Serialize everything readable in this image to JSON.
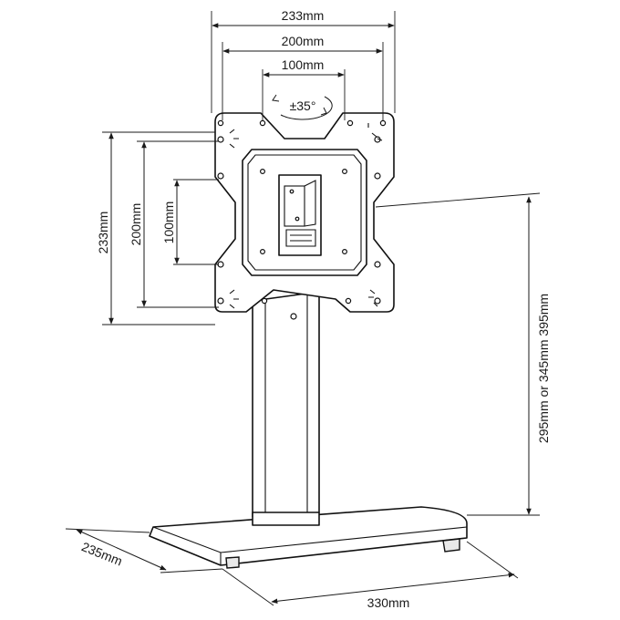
{
  "dimensions": {
    "top_outer": "233mm",
    "top_mid": "200mm",
    "top_inner": "100mm",
    "rotation": "±35°",
    "left_outer": "233mm",
    "left_mid": "200mm",
    "left_inner": "100mm",
    "height_range": "295mm or 345mm 395mm",
    "base_depth": "235mm",
    "base_width": "330mm"
  }
}
